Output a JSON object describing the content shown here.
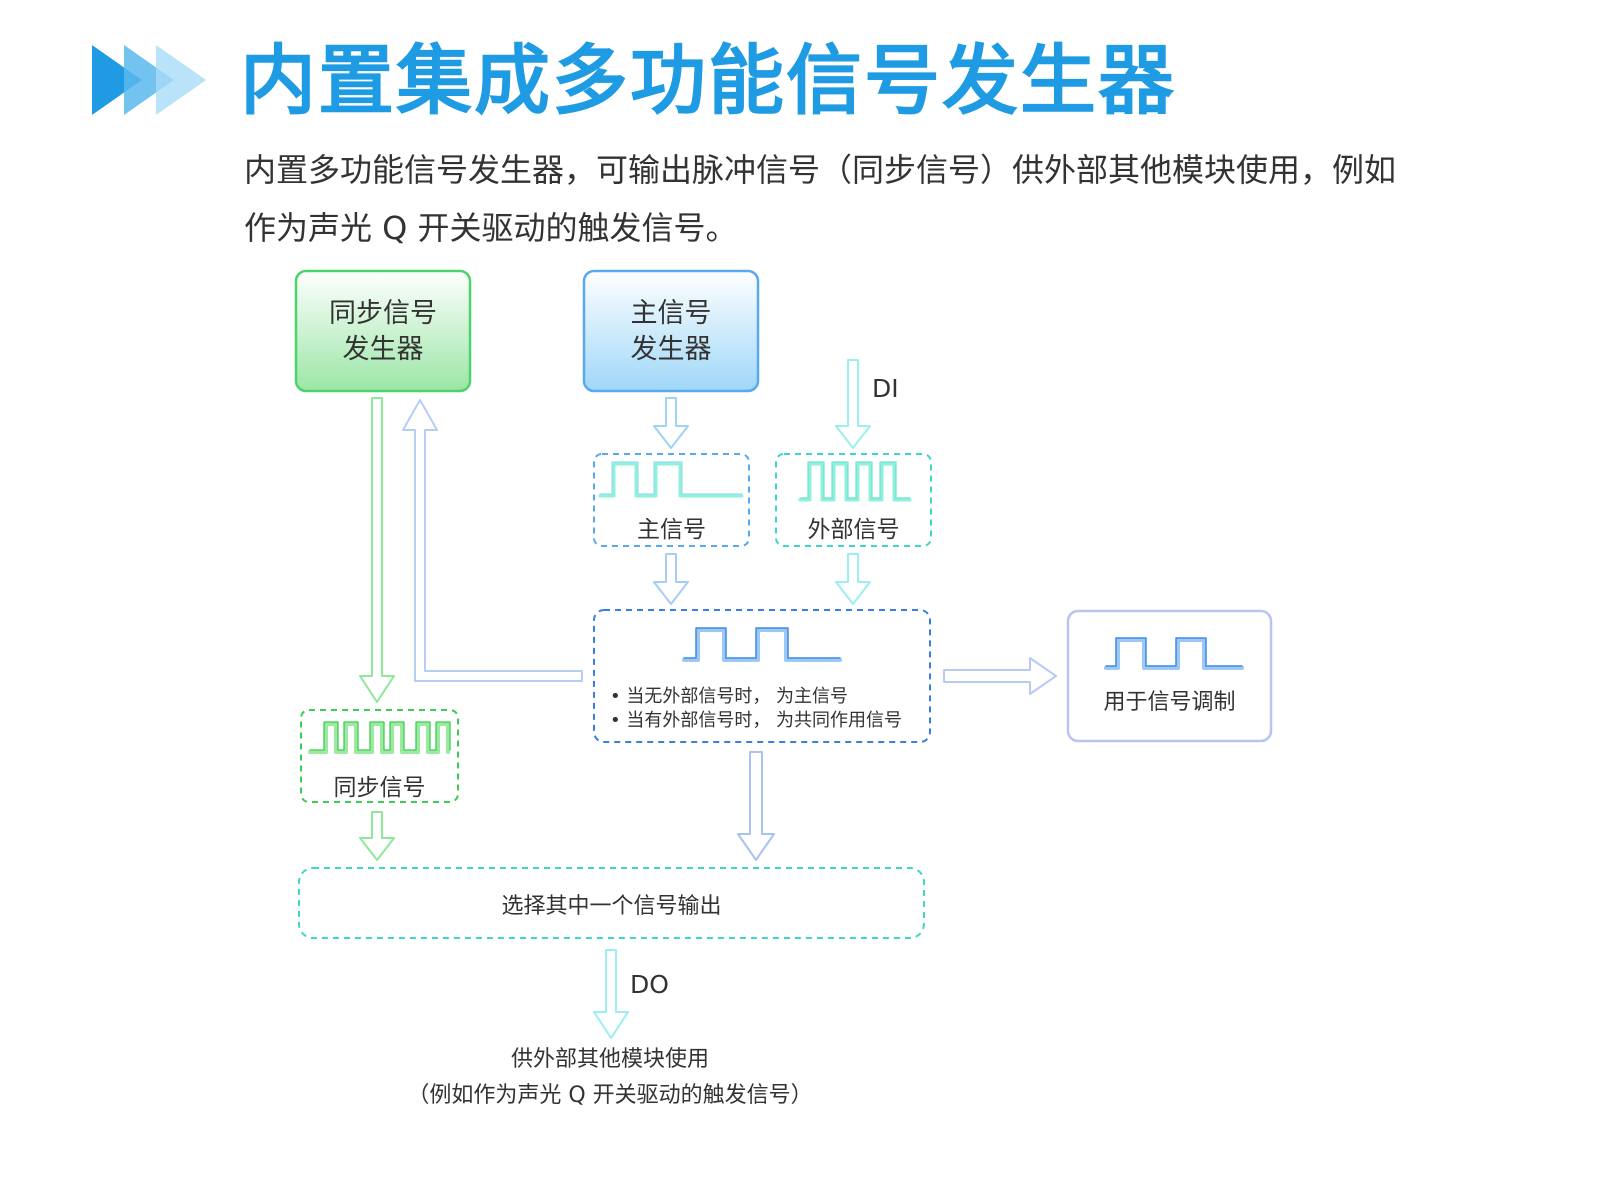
{
  "header": {
    "title": "内置集成多功能信号发生器",
    "description_line1": "内置多功能信号发生器，可输出脉冲信号（同步信号）供外部其他模块使用，例如",
    "description_line2": "作为声光 Q 开关驱动的触发信号。"
  },
  "diagram": {
    "sync_generator": {
      "line1": "同步信号",
      "line2": "发生器"
    },
    "main_generator": {
      "line1": "主信号",
      "line2": "发生器"
    },
    "main_signal": {
      "label": "主信号"
    },
    "external_signal": {
      "label": "外部信号"
    },
    "di_label": "DI",
    "combined": {
      "bullet1": "• 当无外部信号时，  为主信号",
      "bullet2": "• 当有外部信号时，  为共同作用信号"
    },
    "modulation": {
      "label": "用于信号调制"
    },
    "sync_signal": {
      "label": "同步信号"
    },
    "selector": {
      "label": "选择其中一个信号输出"
    },
    "do_label": "DO",
    "output": {
      "line1": "供外部其他模块使用",
      "line2": "（例如作为声光 Q 开关驱动的触发信号）"
    }
  },
  "colors": {
    "title_blue": "#1e9be3",
    "green": "#4cd46a",
    "blue": "#5aa8ee",
    "teal": "#3ed6c8",
    "lavender": "#b9c4f0"
  }
}
